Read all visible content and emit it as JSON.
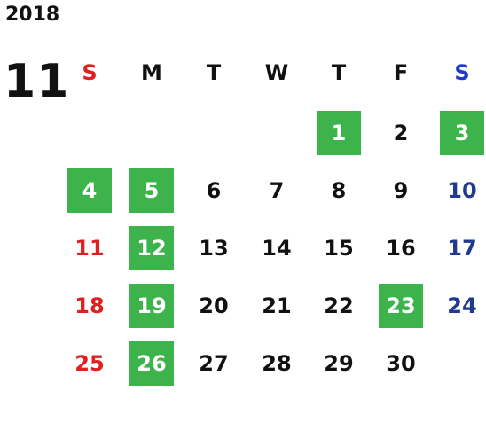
{
  "calendar": {
    "year": "2018",
    "month": "11",
    "weekdays": [
      "S",
      "M",
      "T",
      "W",
      "T",
      "F",
      "S"
    ],
    "weekday_colors": [
      "#e02020",
      "#111111",
      "#111111",
      "#111111",
      "#111111",
      "#111111",
      "#1f3ac8"
    ],
    "day_colors": {
      "sunday": "#e02020",
      "weekday": "#111111",
      "saturday": "#1f3a8f"
    },
    "highlight_color": "#3cb44b",
    "start_weekday_index": 4,
    "days_in_month": 30,
    "highlighted_days": [
      1,
      3,
      4,
      5,
      12,
      19,
      23,
      26
    ]
  }
}
